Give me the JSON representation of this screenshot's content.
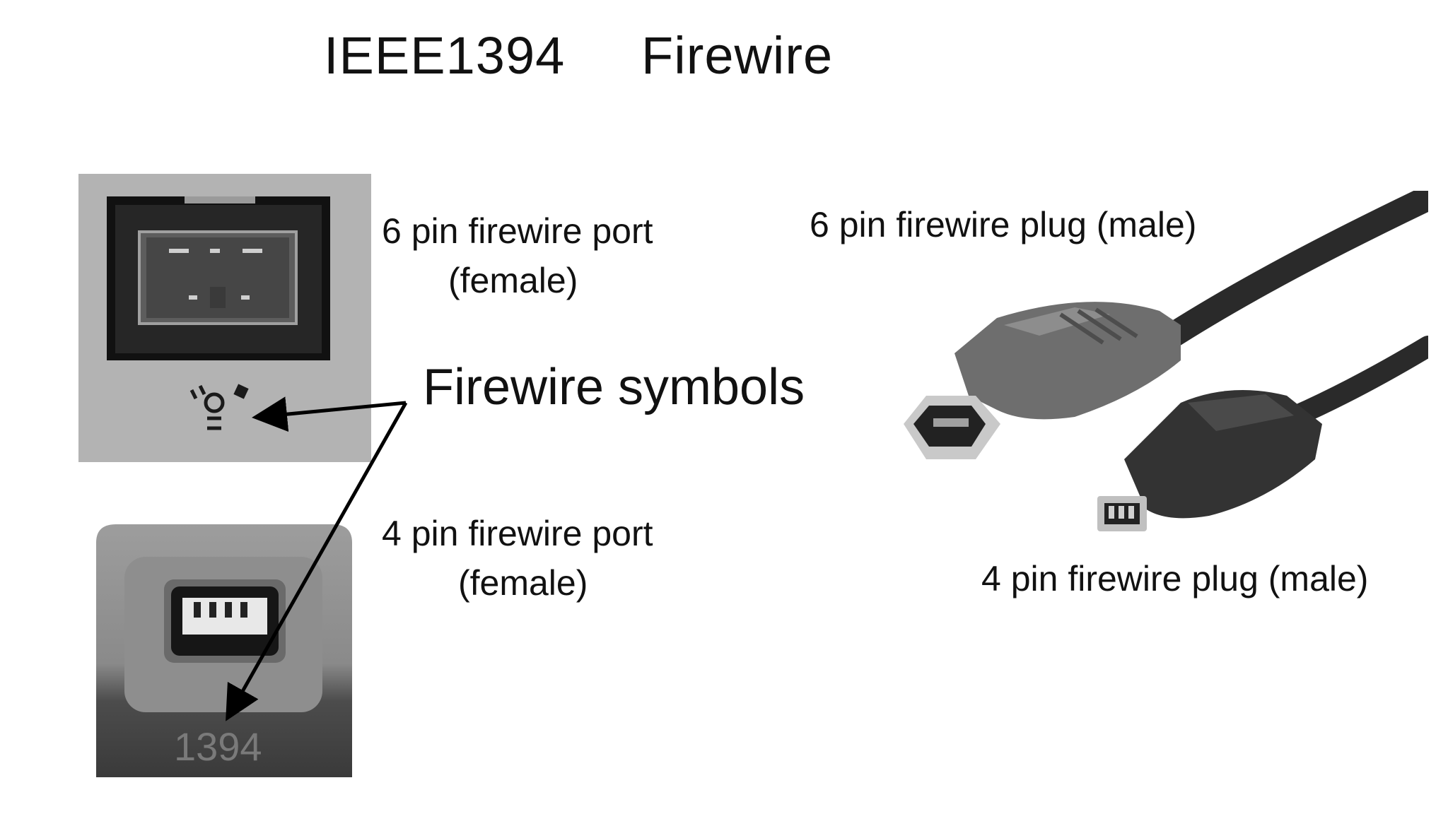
{
  "slide": {
    "title": "IEEE1394     Firewire",
    "port6_line1": "6 pin firewire port",
    "port6_line2": "(female)",
    "symbols_label": "Firewire symbols",
    "port4_line1": "4 pin firewire port",
    "port4_line2": "(female)",
    "plug6_label": "6 pin firewire plug (male)",
    "plug4_label": "4 pin firewire plug (male)",
    "port4_marking": "1394"
  },
  "colors": {
    "panel_gray": "#b3b3b3",
    "port_black": "#1a1a1a",
    "plug_gray": "#6e6e6e",
    "cable_black": "#2a2a2a",
    "arrow": "#000000"
  }
}
